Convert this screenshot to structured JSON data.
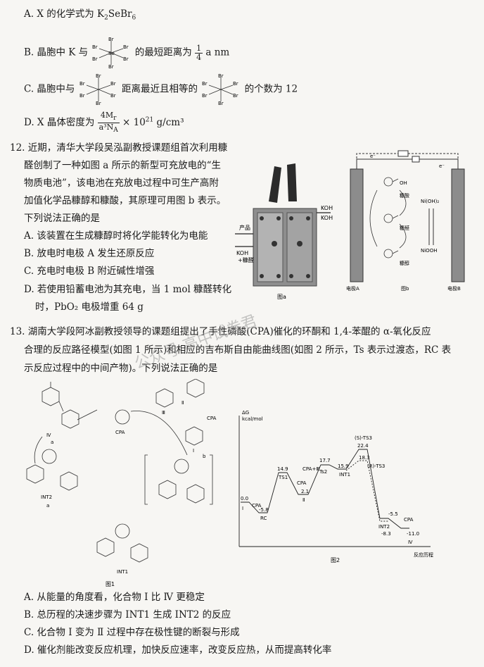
{
  "q11": {
    "optA": "A. X 的化学式为 K",
    "optA_sub1": "2",
    "optA_mid": "SeBr",
    "optA_sub2": "6",
    "optB_pre": "B. 晶胞中 K 与",
    "optB_post": "的最短距离为",
    "optB_num": "1",
    "optB_den": "4",
    "optB_unit": "a nm",
    "optC_pre": "C. 晶胞中与",
    "optC_mid": "距离最近且相等的",
    "optC_post": "的个数为 12",
    "optD_pre": "D. X 晶体密度为",
    "optD_num": "4M",
    "optD_num_sub": "r",
    "optD_den": "a³N",
    "optD_den_sub": "A",
    "optD_post": "× 10",
    "optD_exp": "21",
    "optD_unit": " g/cm³",
    "br": "Br",
    "se": "Se"
  },
  "q12": {
    "lines": [
      "12. 近期，清华大学段吴泓副教授课题组首次利用糠",
      "醛创制了一种如图 a 所示的新型可充放电的“生",
      "物质电池”，该电池在充放电过程中可生产高附",
      "加值化学品糠醇和糠酸，其原理可用图 b 表示。",
      "下列说法正确的是"
    ],
    "options": [
      "A. 该装置在生成糠醇时将化学能转化为电能",
      "B. 放电时电极 A 发生还原反应",
      "C. 充电时电极 B 附近碱性增强",
      "D. 若使用铅蓄电池为其充电，当 1 mol 糠醛转化",
      "时，PbO₂ 电极增重 64 g"
    ],
    "fig_a": {
      "label": "图a",
      "product": "产品",
      "koh_in1": "KOH",
      "koh_in2": "KOH",
      "furfural": "+糠醛",
      "koh_out": "KOH"
    },
    "fig_b": {
      "label": "图b",
      "electrode_a": "电极A",
      "electrode_b": "电极B",
      "furoic_acid": "糠酸",
      "furfural": "糠醛",
      "furfuryl_alcohol": "糠醇",
      "nioh": "Ni(OH)₂",
      "niooh": "NiOOH",
      "e1": "e⁻",
      "e2": "e⁻"
    }
  },
  "q13": {
    "lines": [
      "13. 湖南大学段阿冰副教授领导的课题组提出了手性磷酸(CPA)催化的环酮和 1,4-苯醌的 α-氧化反应",
      "合理的反应路径模型(如图 1 所示)和相应的吉布斯自由能曲线图(如图 2 所示，Ts 表示过渡态，RC 表",
      "示反应过程中的中间产物)。下列说法正确的是"
    ],
    "options": [
      "A. 从能量的角度看，化合物 Ⅰ 比 Ⅳ 更稳定",
      "B. 总历程的决速步骤为 INT1 生成 INT2 的反应",
      "C. 化合物 Ⅰ 变为 Ⅱ 过程中存在极性键的断裂与形成",
      "D. 催化剂能改变反应机理，加快反应速率，改变反应热，从而提高转化率"
    ],
    "fig1": {
      "label": "图1",
      "iv": "Ⅳ",
      "ii": "Ⅱ",
      "iii": "Ⅲ",
      "i": "Ⅰ",
      "cpa": "CPA",
      "cpa2": "CPA",
      "int1": "INT1",
      "int2": "INT2",
      "a": "a",
      "b": "b"
    },
    "fig2": {
      "label": "图2",
      "ylabel1": "ΔG",
      "ylabel2": "kcal/mol",
      "xlabel": "反应历程",
      "labels": {
        "v0": "0.0",
        "i": "Ⅰ",
        "cpa1": "CPA",
        "rc_val": "-5.8",
        "rc": "RC",
        "ts1_val": "14.9",
        "ts1": "TS1",
        "cpa2": "CPA",
        "ii_val": "2.1",
        "ii": "Ⅱ",
        "cpa_iii": "CPA+Ⅲ",
        "ts2_val": "17.7",
        "ts2": "Ts2",
        "int1_val": "15.9",
        "int1": "INT1",
        "ts3_top": "(S)-TS3",
        "ts3_val": "22.4",
        "ts3b_val": "18.3",
        "rts3": "(R)-TS3",
        "int2_a": "-5.5",
        "int2": "INT2",
        "int2_b": "-8.3",
        "cpa3": "CPA",
        "iv_val": "-11.0",
        "iv": "Ⅳ"
      }
    }
  },
  "watermark": "公众号 高中试卷君"
}
